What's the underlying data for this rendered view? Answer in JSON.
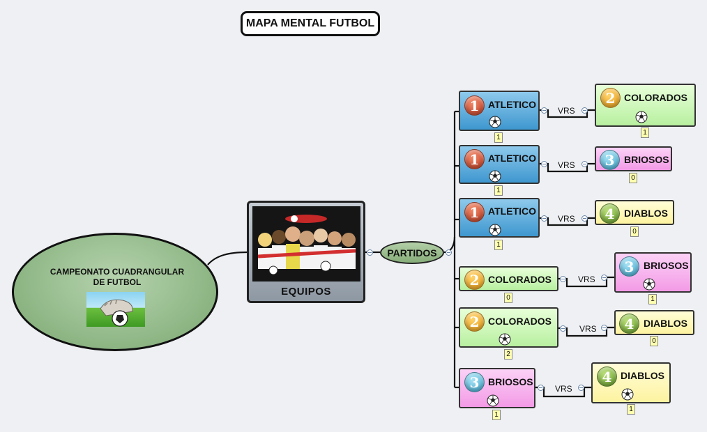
{
  "title": "MAPA MENTAL FUTBOL",
  "root": {
    "label": "CAMPEONATO CUADRANGULAR DE FUTBOL"
  },
  "equipos": {
    "label": "EQUIPOS"
  },
  "partidos": {
    "label": "PARTIDOS"
  },
  "connector_label": "VRS",
  "ball_icon": "soccer-ball-icon",
  "colors": {
    "blue": "#5aaee0",
    "green": "#c8f5b0",
    "pink": "#f6b4ee",
    "yellow": "#fff6b0",
    "ellipse": "#9fc394"
  },
  "matches": [
    {
      "home": {
        "num": "1",
        "name": "ATLETICO",
        "score": "1"
      },
      "away": {
        "num": "2",
        "name": "COLORADOS",
        "score": "1"
      }
    },
    {
      "home": {
        "num": "1",
        "name": "ATLETICO",
        "score": "1"
      },
      "away": {
        "num": "3",
        "name": "BRIOSOS",
        "score": "0"
      }
    },
    {
      "home": {
        "num": "1",
        "name": "ATLETICO",
        "score": "1"
      },
      "away": {
        "num": "4",
        "name": "DIABLOS",
        "score": "0"
      }
    },
    {
      "home": {
        "num": "2",
        "name": "COLORADOS",
        "score": "0"
      },
      "away": {
        "num": "3",
        "name": "BRIOSOS",
        "score": "1"
      }
    },
    {
      "home": {
        "num": "2",
        "name": "COLORADOS",
        "score": "2"
      },
      "away": {
        "num": "4",
        "name": "DIABLOS",
        "score": "0"
      }
    },
    {
      "home": {
        "num": "3",
        "name": "BRIOSOS",
        "score": "1"
      },
      "away": {
        "num": "4",
        "name": "DIABLOS",
        "score": "1"
      }
    }
  ]
}
